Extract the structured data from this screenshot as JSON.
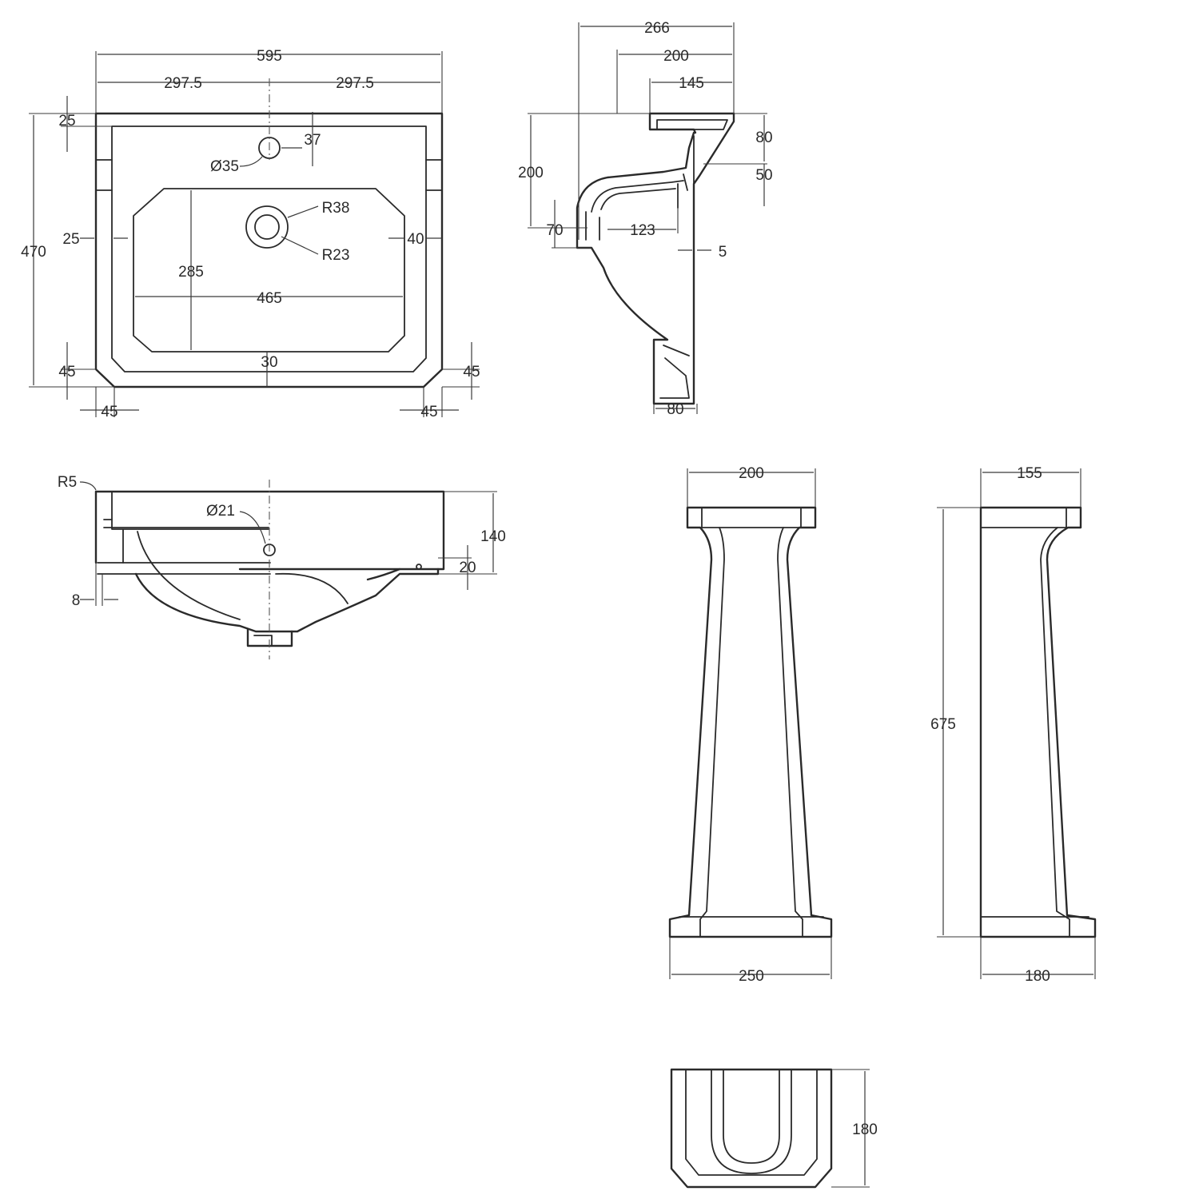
{
  "views": {
    "basin_plan": {
      "dims": {
        "overall_width": "595",
        "half_left": "297.5",
        "half_right": "297.5",
        "rim_top": "25",
        "tap_offset": "37",
        "tap_hole": "Ø35",
        "waste_outer": "R38",
        "waste_inner": "R23",
        "side_left": "25",
        "side_right": "40",
        "overall_depth": "470",
        "bowl_depth": "285",
        "bowl_width": "465",
        "front_rim": "30",
        "chamfer_left_v": "45",
        "chamfer_right_v": "45",
        "chamfer_left_h": "45",
        "chamfer_right_h": "45"
      }
    },
    "basin_side_section": {
      "dims": {
        "overall_projection": "266",
        "projection_200": "200",
        "projection_145": "145",
        "rim_height": "80",
        "back_height": "200",
        "back_step": "50",
        "waste_height": "70",
        "waste_offset": "123",
        "wall_gap": "5",
        "foot_width": "80"
      }
    },
    "basin_front": {
      "dims": {
        "edge_radius": "R5",
        "overflow": "Ø21",
        "height": "140",
        "lip": "20",
        "skirt": "8"
      }
    },
    "pedestal_front": {
      "dims": {
        "top_width": "200",
        "base_width": "250"
      }
    },
    "pedestal_side": {
      "dims": {
        "top_depth": "155",
        "height": "675",
        "base_depth": "180"
      }
    },
    "pedestal_plan": {
      "dims": {
        "depth": "180"
      }
    }
  }
}
